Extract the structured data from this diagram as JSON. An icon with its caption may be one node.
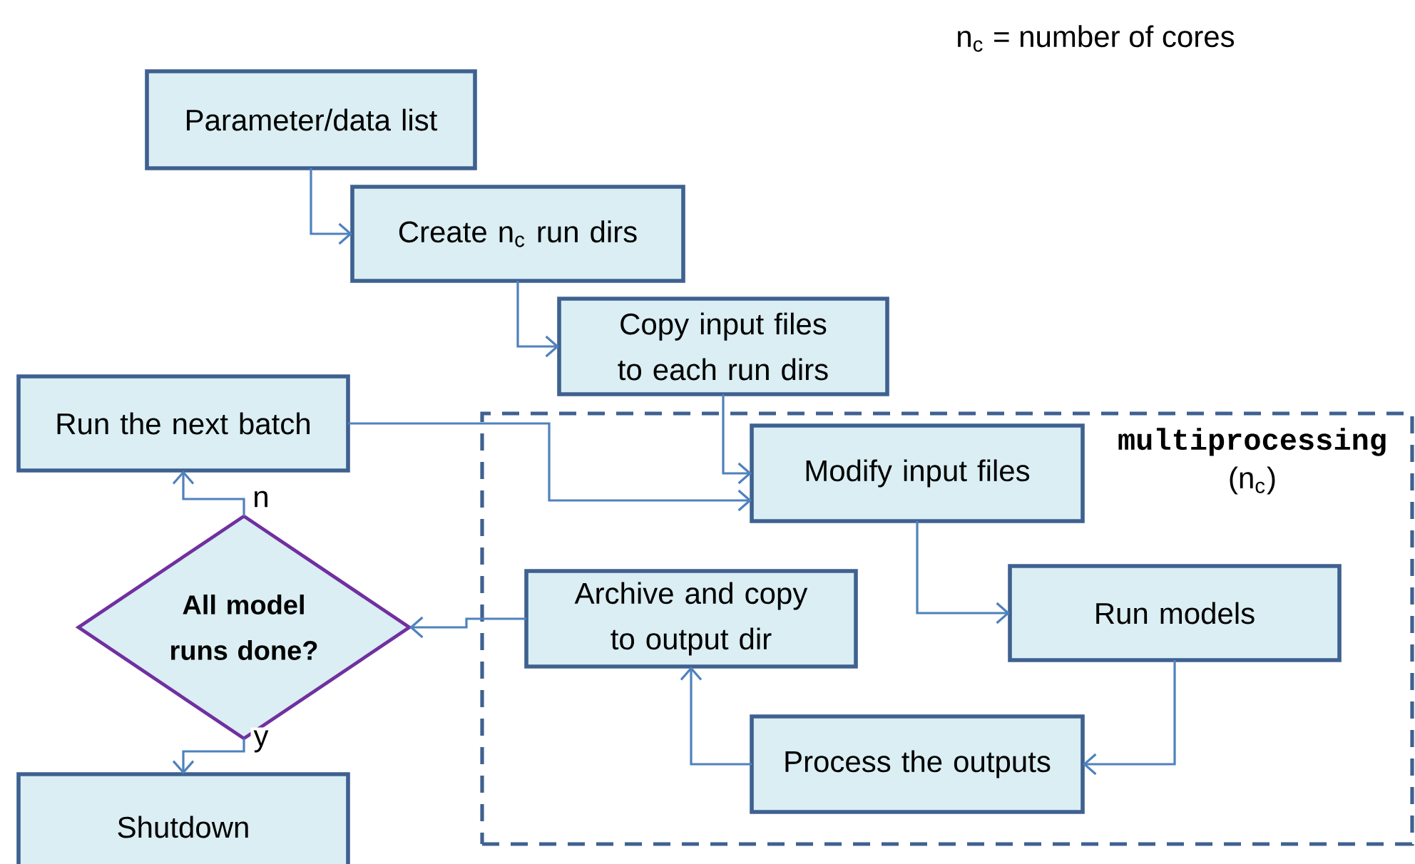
{
  "diagram": {
    "nodes": [
      {
        "text": [
          "Parameter/data list"
        ]
      },
      {
        "text": [
          "Create n$_{c}$ run dirs"
        ]
      },
      {
        "text": [
          "Copy input files to each run dirs"
        ]
      },
      {
        "text": [
          "Run the next batch"
        ]
      },
      {
        "text": [
          "multiprocessing",
          "(n$_{c}$)"
        ]
      },
      {
        "text": [
          "Modify input files"
        ],
        "in": 4
      },
      {
        "text": [
          "Run models"
        ],
        "in": 4
      },
      {
        "text": [
          "Process the outputs"
        ],
        "in": 4
      },
      {
        "text": [
          "Archive and copy to output dir"
        ],
        "in": 4
      },
      {
        "text": [
          "All model runs done?"
        ]
      },
      {
        "text": [
          "Shutdown"
        ]
      }
    ],
    "edges": [
      {
        "from": 0,
        "to": 1,
        "arrow": "to"
      },
      {
        "from": 1,
        "to": 2,
        "arrow": "to"
      },
      {
        "from": 2,
        "to": 5,
        "arrow": "to"
      },
      {
        "from": 3,
        "to": 5,
        "arrow": "to"
      },
      {
        "from": 5,
        "to": 6,
        "arrow": "to"
      },
      {
        "from": 6,
        "to": 7,
        "arrow": "to"
      },
      {
        "from": 7,
        "to": 8,
        "arrow": "to"
      },
      {
        "from": 8,
        "to": 9,
        "arrow": "to"
      },
      {
        "from": 9,
        "to": 3,
        "arrow": "to",
        "label": "n"
      },
      {
        "from": 9,
        "to": 10,
        "arrow": "to",
        "label": "y"
      }
    ],
    "labels": [
      "n$_{c}$ = number of cores"
    ]
  }
}
